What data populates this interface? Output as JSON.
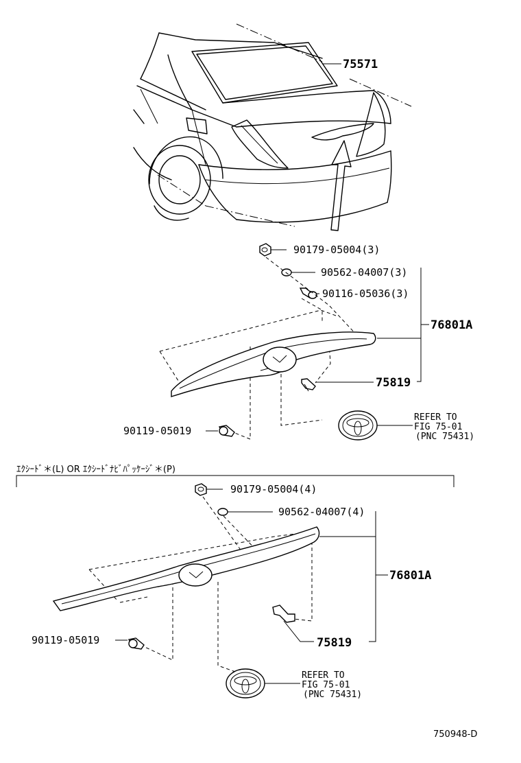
{
  "callouts": {
    "window_seal": "75571",
    "nut_a": "90179-05004(3)",
    "clip_a": "90562-04007(3)",
    "screw_a": "90116-05036(3)",
    "garnish_a": "76801A",
    "clip_75819_a": "75819",
    "screw_b_a": "90119-05019",
    "refer_a": {
      "line1": "REFER TO",
      "line2": "FIG 75-01",
      "line3": "(PNC 75431)"
    },
    "variant_note": "ｴｸｼｰﾄﾞ＊(L)  OR ｴｸｼｰﾄﾞﾅﾋﾞﾊﾟｯｹｰｼﾞ＊(P)",
    "nut_b": "90179-05004(4)",
    "clip_b": "90562-04007(4)",
    "garnish_b": "76801A",
    "screw_b_b": "90119-05019",
    "clip_75819_b": "75819",
    "refer_b": {
      "line1": "REFER TO",
      "line2": "FIG 75-01",
      "line3": "(PNC 75431)"
    }
  },
  "figure_code": "750948-D"
}
